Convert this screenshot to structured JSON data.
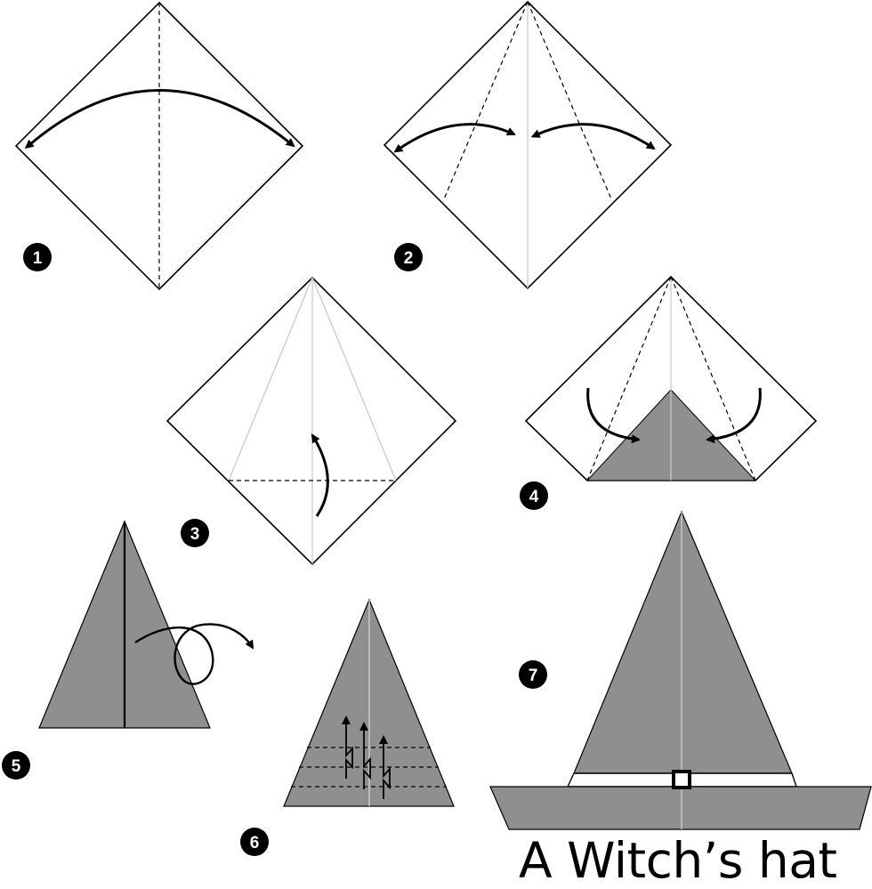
{
  "title": "A Witch’s hat",
  "steps": [
    {
      "number": "1"
    },
    {
      "number": "2"
    },
    {
      "number": "3"
    },
    {
      "number": "4"
    },
    {
      "number": "5"
    },
    {
      "number": "6"
    },
    {
      "number": "7"
    }
  ],
  "colors": {
    "paper_fill": "#8f8f8f",
    "line": "#000000",
    "crease": "#c8c8c8",
    "background": "#ffffff"
  }
}
